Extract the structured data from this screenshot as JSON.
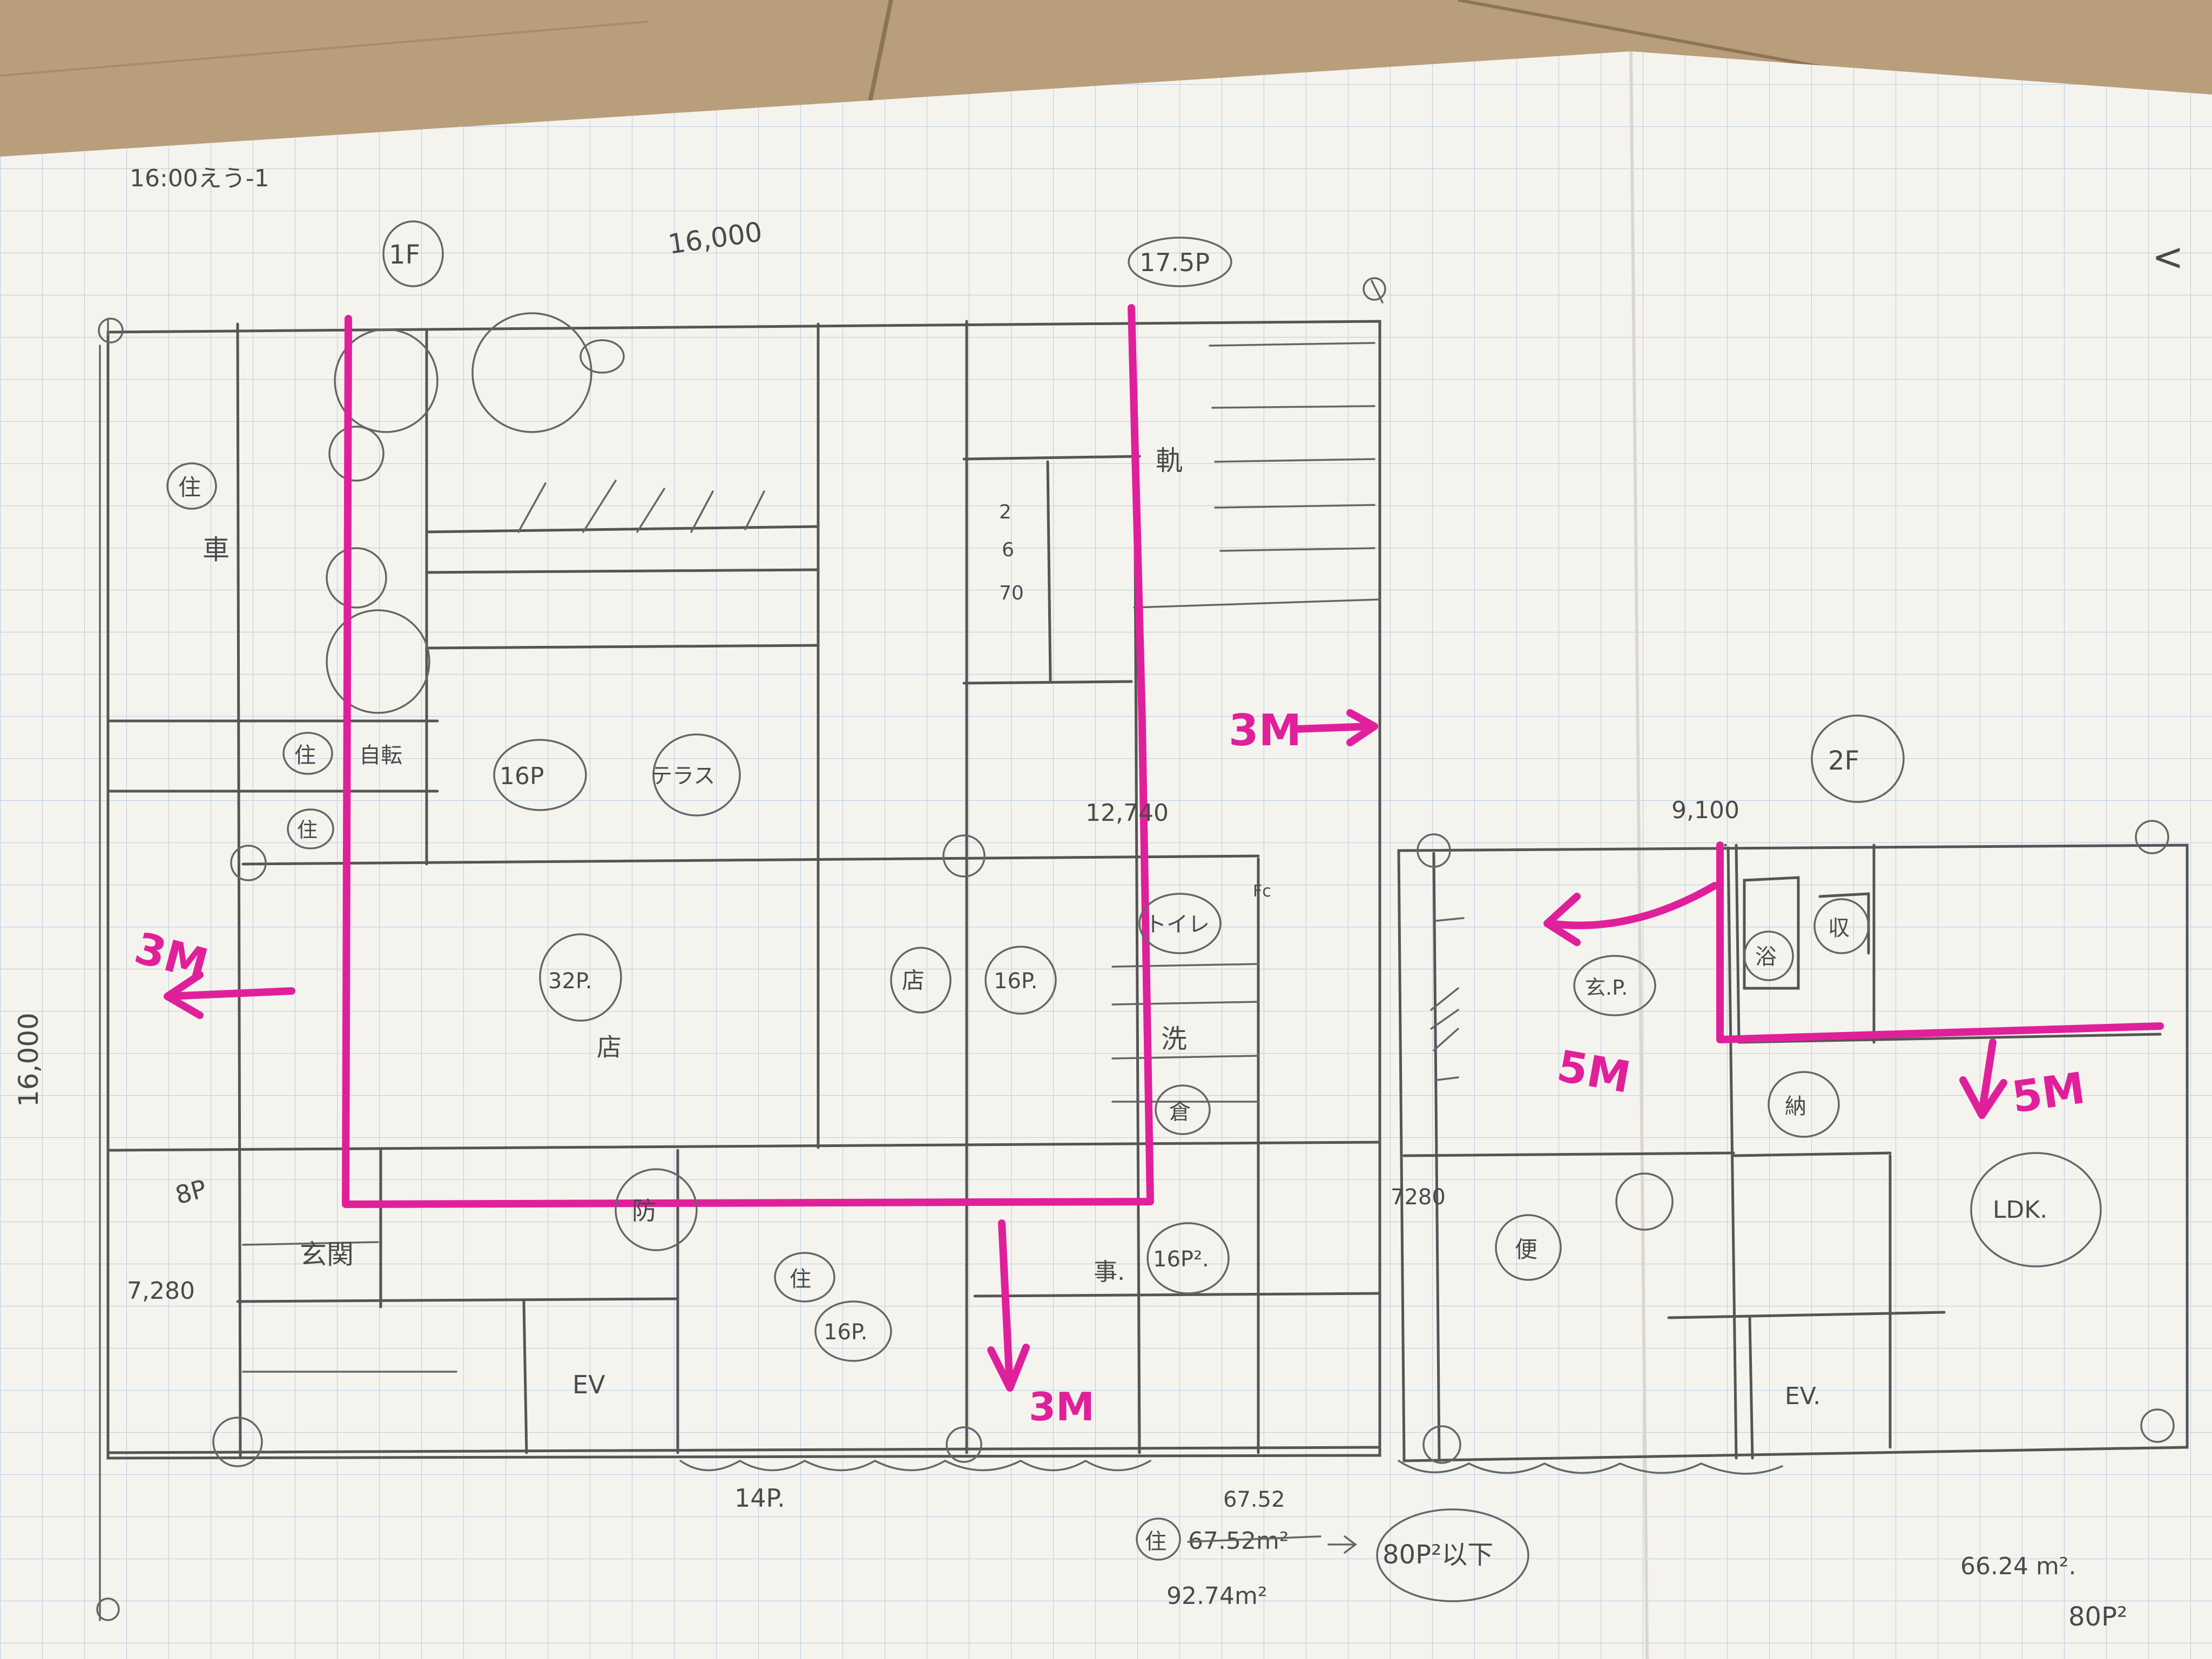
{
  "header": {
    "note": "16:00えう-1"
  },
  "floor1": {
    "label": "1F",
    "width_dim": "16,000",
    "depth_dim": "16,000",
    "corner_label": "17.5P",
    "rooms": {
      "parking_circle": "住",
      "parking": "車",
      "bike_circle": "住",
      "bike": "自転",
      "sub_circle": "住",
      "area_16p": "16P",
      "terrace": "テラス",
      "slope_1": "2",
      "slope_2": "6",
      "slope_3": "70",
      "ramp": "軌",
      "store_32p": "32P.",
      "store": "店",
      "dim_12740": "12,740",
      "shop_circle": "店",
      "shop_16p": "16P.",
      "toilet": "トイレ",
      "wash": "洗",
      "storage": "倉",
      "area_8p": "8P",
      "entrance": "玄関",
      "dim_7280": "7,280",
      "security": "防",
      "office_circle": "住",
      "office_16p": "16P.",
      "office": "事.",
      "office_16p2": "16P².",
      "ev": "EV",
      "area_14p": "14P.",
      "small_1": "Fc"
    },
    "arrows": {
      "left": "3M",
      "right": "3M",
      "down": "3M"
    }
  },
  "floor2": {
    "label": "2F",
    "width_dim": "9,100",
    "dim_side": "7280",
    "rooms": {
      "bath": "浴",
      "wash": "収",
      "balcony": "玄.P.",
      "storage": "納",
      "ldk": "LDK.",
      "closet": "便",
      "ev": "EV."
    },
    "arrows": {
      "left": "5M",
      "down": "5M"
    }
  },
  "summary": {
    "area_top": "67.52",
    "residence_label": "住",
    "residence_area": "67.52m²",
    "target": "80P²以下",
    "total_area": "92.74m²",
    "area_2f": "66.24 m².",
    "area_2f_p": "80P²"
  },
  "right_edge": "<"
}
